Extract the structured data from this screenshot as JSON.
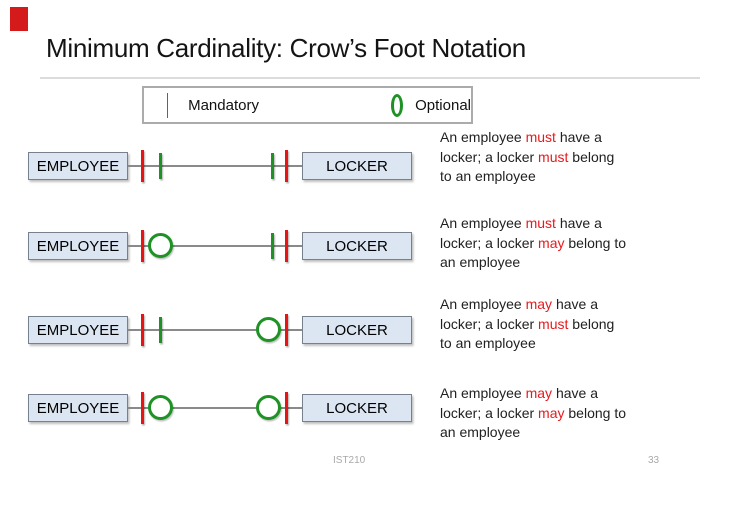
{
  "slide": {
    "title": "Minimum Cardinality: Crow’s Foot Notation",
    "footer_course": "IST210",
    "footer_page": "33"
  },
  "legend": {
    "mandatory_label": "Mandatory",
    "optional_label": "Optional"
  },
  "colors": {
    "mandatory_green": "#1f9225",
    "cardinality_red": "#e81414",
    "highlight_red": "#e8191c",
    "entity_fill": "#dce6f2",
    "entity_border": "#75818f",
    "accent_red": "#d41a1a"
  },
  "rows": [
    {
      "left_entity": "EMPLOYEE",
      "right_entity": "LOCKER",
      "employee_side": [
        "bar-red",
        "bar-green"
      ],
      "locker_side": [
        "bar-green",
        "bar-red"
      ],
      "caption": [
        [
          {
            "t": "An employee "
          },
          {
            "t": "must",
            "hl": true
          },
          {
            "t": " have a"
          }
        ],
        [
          {
            "t": "locker; a locker "
          },
          {
            "t": "must",
            "hl": true
          },
          {
            "t": " belong"
          }
        ],
        [
          {
            "t": "to an employee"
          }
        ]
      ]
    },
    {
      "left_entity": "EMPLOYEE",
      "right_entity": "LOCKER",
      "employee_side": [
        "bar-red",
        "circle-green"
      ],
      "locker_side": [
        "bar-green",
        "bar-red"
      ],
      "caption": [
        [
          {
            "t": "An employee "
          },
          {
            "t": "must",
            "hl": true
          },
          {
            "t": " have a"
          }
        ],
        [
          {
            "t": "locker; a locker "
          },
          {
            "t": "may",
            "hl": true
          },
          {
            "t": " belong to"
          }
        ],
        [
          {
            "t": "an employee"
          }
        ]
      ]
    },
    {
      "left_entity": "EMPLOYEE",
      "right_entity": "LOCKER",
      "employee_side": [
        "bar-red",
        "bar-green"
      ],
      "locker_side": [
        "circle-green",
        "bar-red"
      ],
      "caption": [
        [
          {
            "t": "An employee "
          },
          {
            "t": "may",
            "hl": true
          },
          {
            "t": " have a"
          }
        ],
        [
          {
            "t": "locker; a locker "
          },
          {
            "t": "must",
            "hl": true
          },
          {
            "t": " belong"
          }
        ],
        [
          {
            "t": "to an employee"
          }
        ]
      ]
    },
    {
      "left_entity": "EMPLOYEE",
      "right_entity": "LOCKER",
      "employee_side": [
        "bar-red",
        "circle-green"
      ],
      "locker_side": [
        "circle-green",
        "bar-red"
      ],
      "caption": [
        [
          {
            "t": "An employee "
          },
          {
            "t": "may",
            "hl": true
          },
          {
            "t": " have a"
          }
        ],
        [
          {
            "t": "locker; a locker "
          },
          {
            "t": "may",
            "hl": true
          },
          {
            "t": " belong to"
          }
        ],
        [
          {
            "t": "an employee"
          }
        ]
      ]
    }
  ]
}
